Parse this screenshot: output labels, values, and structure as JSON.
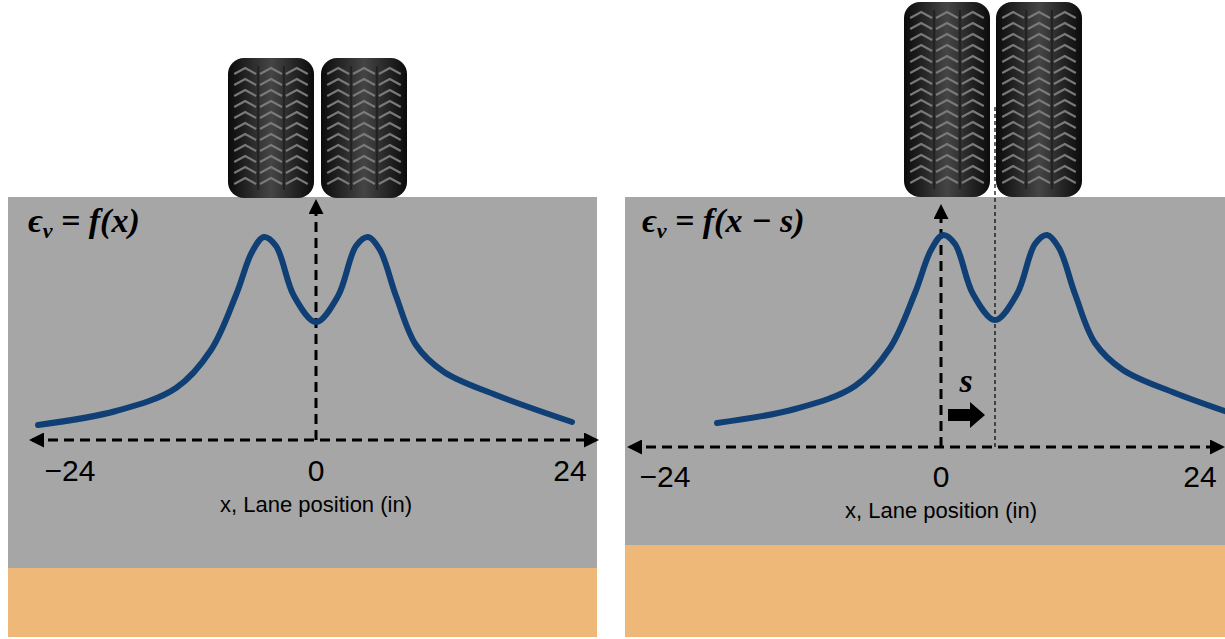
{
  "diagram": {
    "labels": [
      "ϵv = f(x)",
      "−24",
      "0",
      "24",
      "x, Lane position (in)",
      "ϵv = f(x − s)",
      "s",
      "−24",
      "0",
      "24",
      "x, Lane position (in)"
    ]
  }
}
